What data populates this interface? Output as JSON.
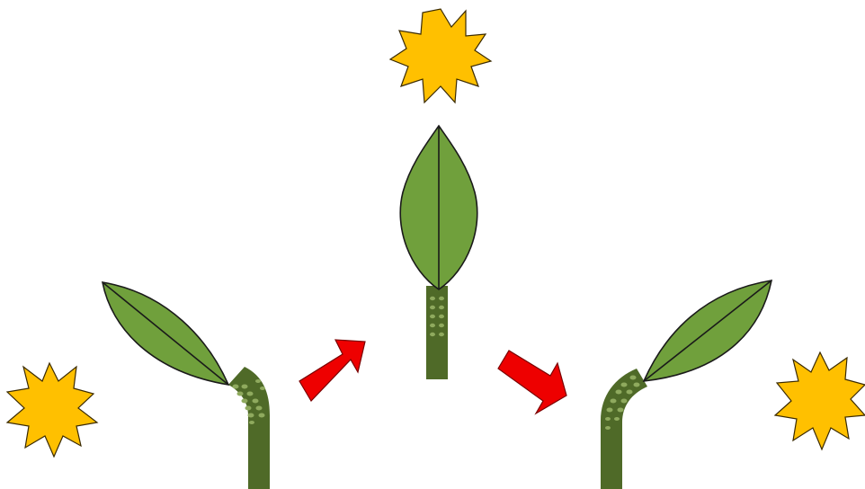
{
  "diagram": {
    "colors": {
      "background": "#ffffff",
      "sun_fill": "#ffc000",
      "sun_stroke": "#3a2a00",
      "leaf_fill": "#70a03c",
      "leaf_stroke": "#1a1a1a",
      "stem_dark": "#4f6a28",
      "stem_light": "#6e8a3a",
      "cell_dots": "#8faa5e",
      "arrow_fill": "#ee0000",
      "arrow_stroke": "#7a0000"
    },
    "stages": [
      {
        "id": "left",
        "sun_position": "left",
        "leaf_direction": "left"
      },
      {
        "id": "center",
        "sun_position": "top",
        "leaf_direction": "up"
      },
      {
        "id": "right",
        "sun_position": "right",
        "leaf_direction": "right"
      }
    ],
    "arrows": [
      {
        "from": "left",
        "to": "center",
        "icon": "arrow-up-right"
      },
      {
        "from": "center",
        "to": "right",
        "icon": "arrow-down-right"
      }
    ]
  }
}
